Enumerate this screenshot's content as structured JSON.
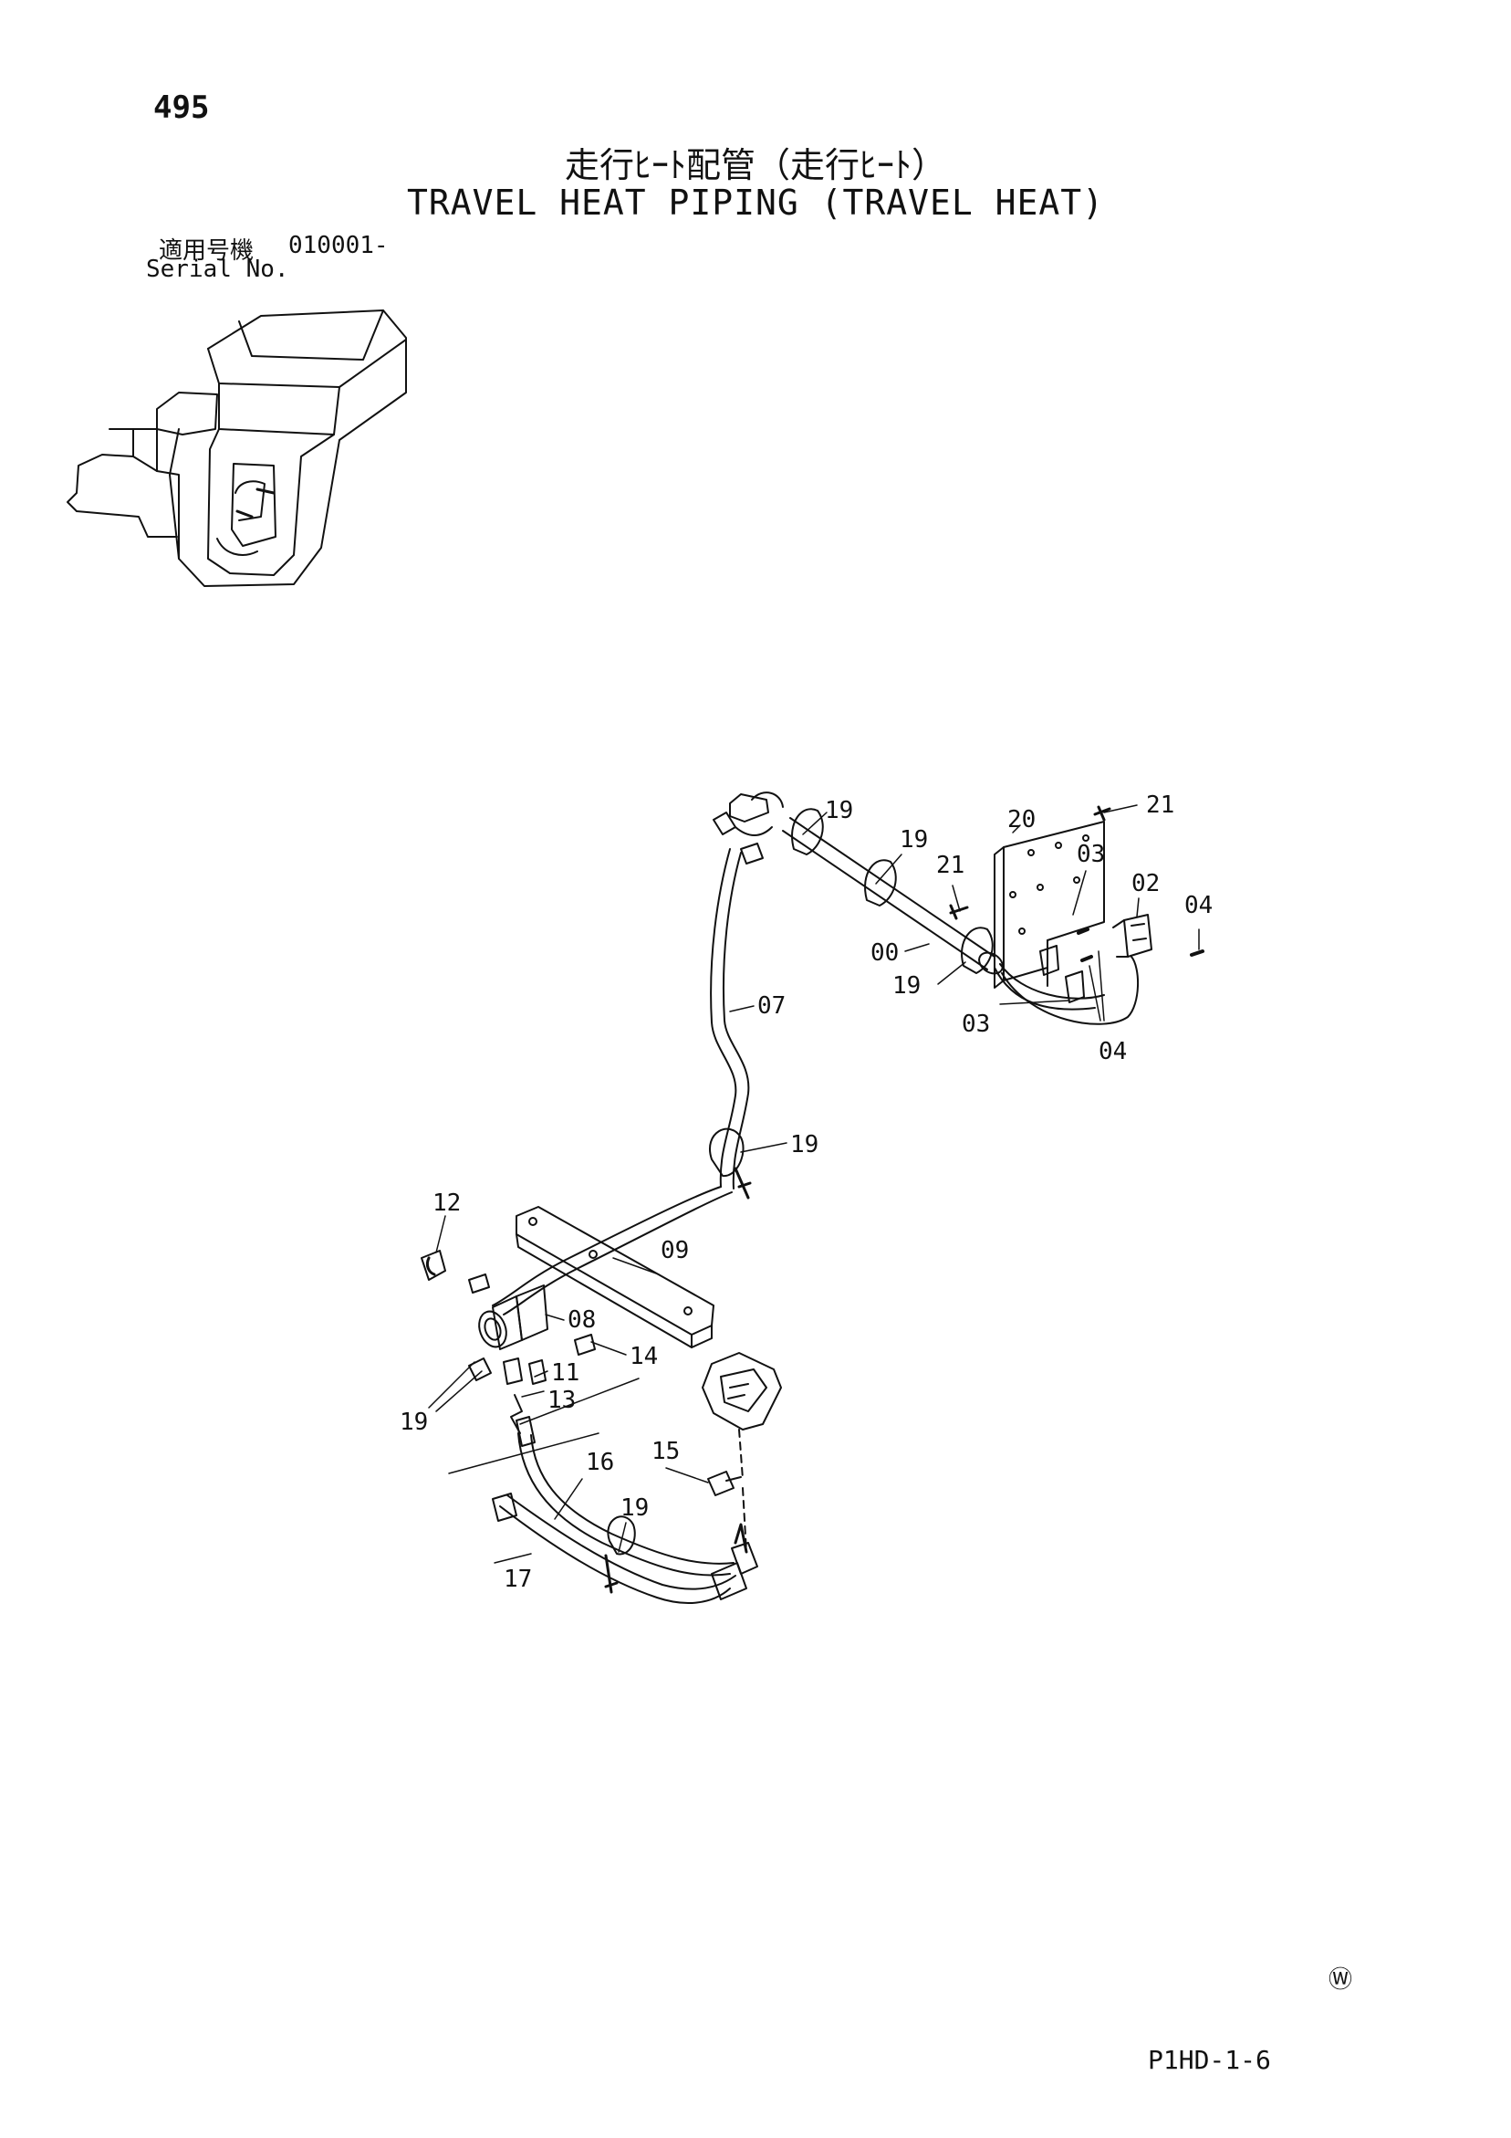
{
  "page_number": "495",
  "title_jp": "走行ﾋｰﾄ配管（走行ﾋｰﾄ）",
  "title_en": "TRAVEL HEAT PIPING (TRAVEL HEAT)",
  "serial": {
    "label_jp": "適用号機",
    "label_en": "Serial No.",
    "value": "010001-"
  },
  "footer": {
    "mark": "Ⓦ",
    "code": "P1HD-1-6"
  },
  "part_labels": [
    "19",
    "19",
    "20",
    "21",
    "21",
    "03",
    "02",
    "04",
    "00",
    "19",
    "03",
    "04",
    "07",
    "19",
    "12",
    "09",
    "08",
    "14",
    "11",
    "13",
    "19",
    "15",
    "16",
    "19",
    "17"
  ]
}
